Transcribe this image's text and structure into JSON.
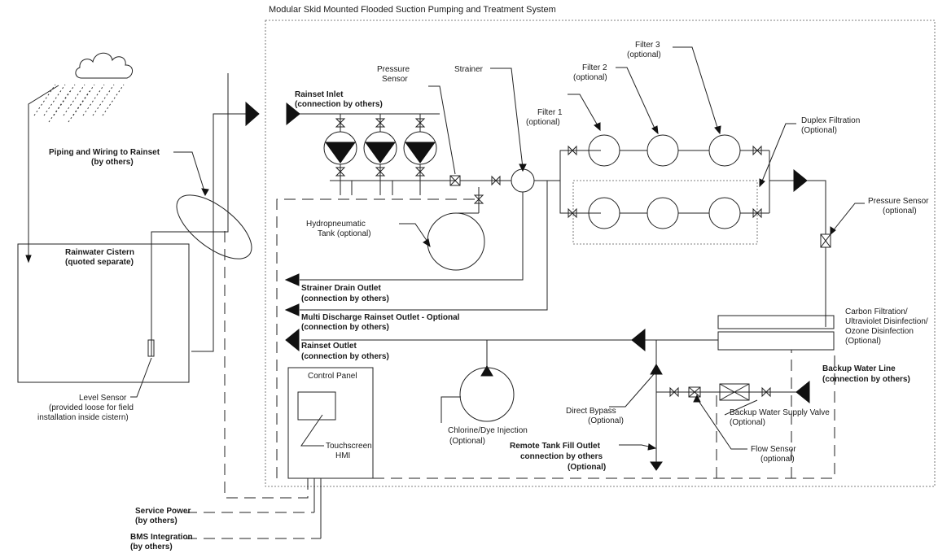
{
  "title": "Modular Skid Mounted Flooded Suction Pumping and Treatment System",
  "labels": {
    "pressure_sensor_1": "Pressure",
    "pressure_sensor_2": "Sensor",
    "strainer": "Strainer",
    "filter1_a": "Filter 1",
    "filter1_b": "(optional)",
    "filter2_a": "Filter 2",
    "filter2_b": "(optional)",
    "filter3_a": "Filter 3",
    "filter3_b": "(optional)",
    "duplex_a": "Duplex Filtration",
    "duplex_b": "(Optional)",
    "rainset_inlet_a": "Rainset Inlet",
    "rainset_inlet_b": "(connection by others)",
    "piping_a": "Piping and Wiring to Rainset",
    "piping_b": "(by others)",
    "cistern_a": "Rainwater Cistern",
    "cistern_b": "(quoted separate)",
    "hydro_a": "Hydropneumatic",
    "hydro_b": "Tank (optional)",
    "pressure_sensor_r_a": "Pressure Sensor",
    "pressure_sensor_r_b": "(optional)",
    "strainer_drain_a": "Strainer Drain Outlet",
    "strainer_drain_b": "(connection by others)",
    "multi_a": "Multi Discharge Rainset Outlet - Optional",
    "multi_b": "(connection by others)",
    "rainset_outlet_a": "Rainset Outlet",
    "rainset_outlet_b": "(connection by others)",
    "carbon_a": "Carbon Filtration/",
    "carbon_b": "Ultraviolet Disinfection/",
    "carbon_c": "Ozone Disinfection",
    "carbon_d": "(Optional)",
    "control_panel": "Control Panel",
    "touchscreen_a": "Touchscreen",
    "touchscreen_b": "HMI",
    "level_a": "Level Sensor",
    "level_b": "(provided loose for field",
    "level_c": "installation inside cistern)",
    "chlorine_a": "Chlorine/Dye Injection",
    "chlorine_b": "(Optional)",
    "direct_a": "Direct Bypass",
    "direct_b": "(Optional)",
    "backup_line_a": "Backup Water Line",
    "backup_line_b": "(connection by others)",
    "backup_valve_a": "Backup Water Supply Valve",
    "backup_valve_b": "(Optional)",
    "remote_a": "Remote Tank Fill Outlet",
    "remote_b": "connection by others",
    "remote_c": "(Optional)",
    "flow_a": "Flow Sensor",
    "flow_b": "(optional)",
    "service_a": "Service Power",
    "service_b": "(by others)",
    "bms_a": "BMS Integration",
    "bms_b": "(by others)"
  }
}
